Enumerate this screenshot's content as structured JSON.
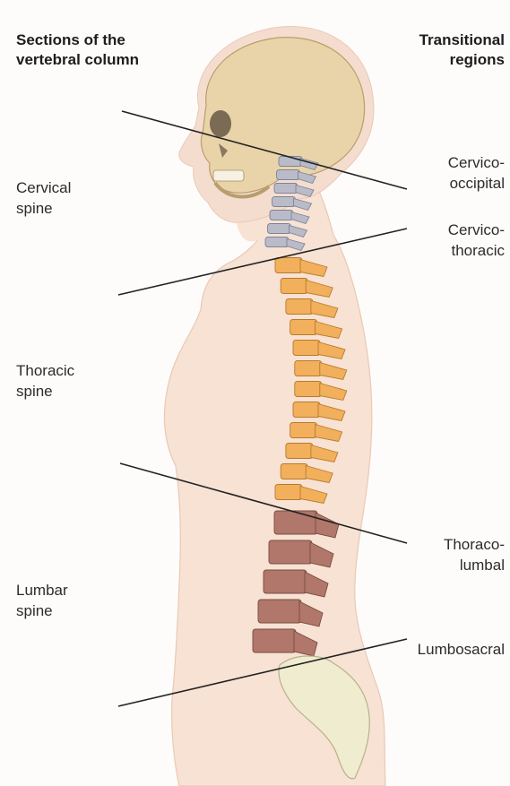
{
  "headers": {
    "sections_line1": "Sections of the",
    "sections_line2": "vertebral column",
    "transitional_line1": "Transitional",
    "transitional_line2": "regions"
  },
  "sections": {
    "cervical_1": "Cervical",
    "cervical_2": "spine",
    "thoracic_1": "Thoracic",
    "thoracic_2": "spine",
    "lumbar_1": "Lumbar",
    "lumbar_2": "spine"
  },
  "transitions": {
    "cervico_occipital_1": "Cervico-",
    "cervico_occipital_2": "occipital",
    "cervico_thoracic_1": "Cervico-",
    "cervico_thoracic_2": "thoracic",
    "thoraco_lumbal_1": "Thoraco-",
    "thoraco_lumbal_2": "lumbal",
    "lumbosacral": "Lumbosacral"
  },
  "colors": {
    "cervical": "#b9bcc8",
    "thoracic": "#f2b05c",
    "lumbar": "#b0776a",
    "sacrum": "#efecd0",
    "skin": "#f7e2d4"
  }
}
